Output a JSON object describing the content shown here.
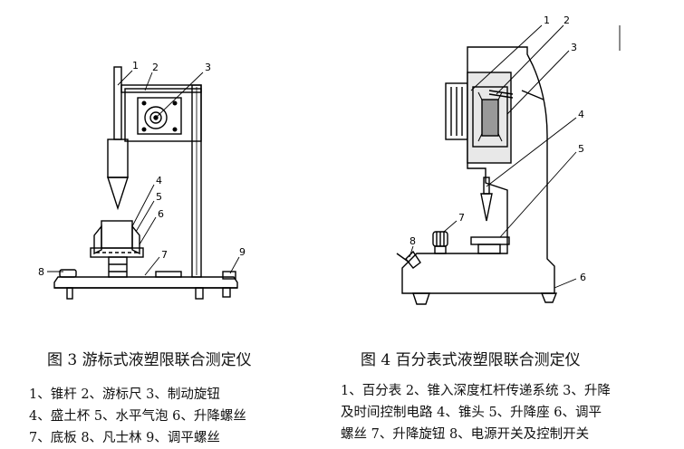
{
  "fig3": {
    "caption": "图 3  游标式液塑限联合测定仪",
    "callouts": [
      "1",
      "2",
      "3",
      "4",
      "5",
      "6",
      "7",
      "8",
      "9"
    ],
    "legend": [
      "1、锥杆   2、游标尺   3、制动旋钮",
      "4、盛土杯   5、水平气泡   6、升降螺丝",
      "7、底板   8、凡士林   9、调平螺丝"
    ]
  },
  "fig4": {
    "caption": "图 4  百分表式液塑限联合测定仪",
    "callouts": [
      "1",
      "2",
      "3",
      "4",
      "5",
      "6",
      "7",
      "8"
    ],
    "legend": [
      "1、百分表   2、锥入深度杠杆传递系统   3、升降",
      "及时间控制电路   4、锥头   5、升降座   6、调平",
      "螺丝   7、升降旋钮   8、电源开关及控制开关"
    ]
  }
}
